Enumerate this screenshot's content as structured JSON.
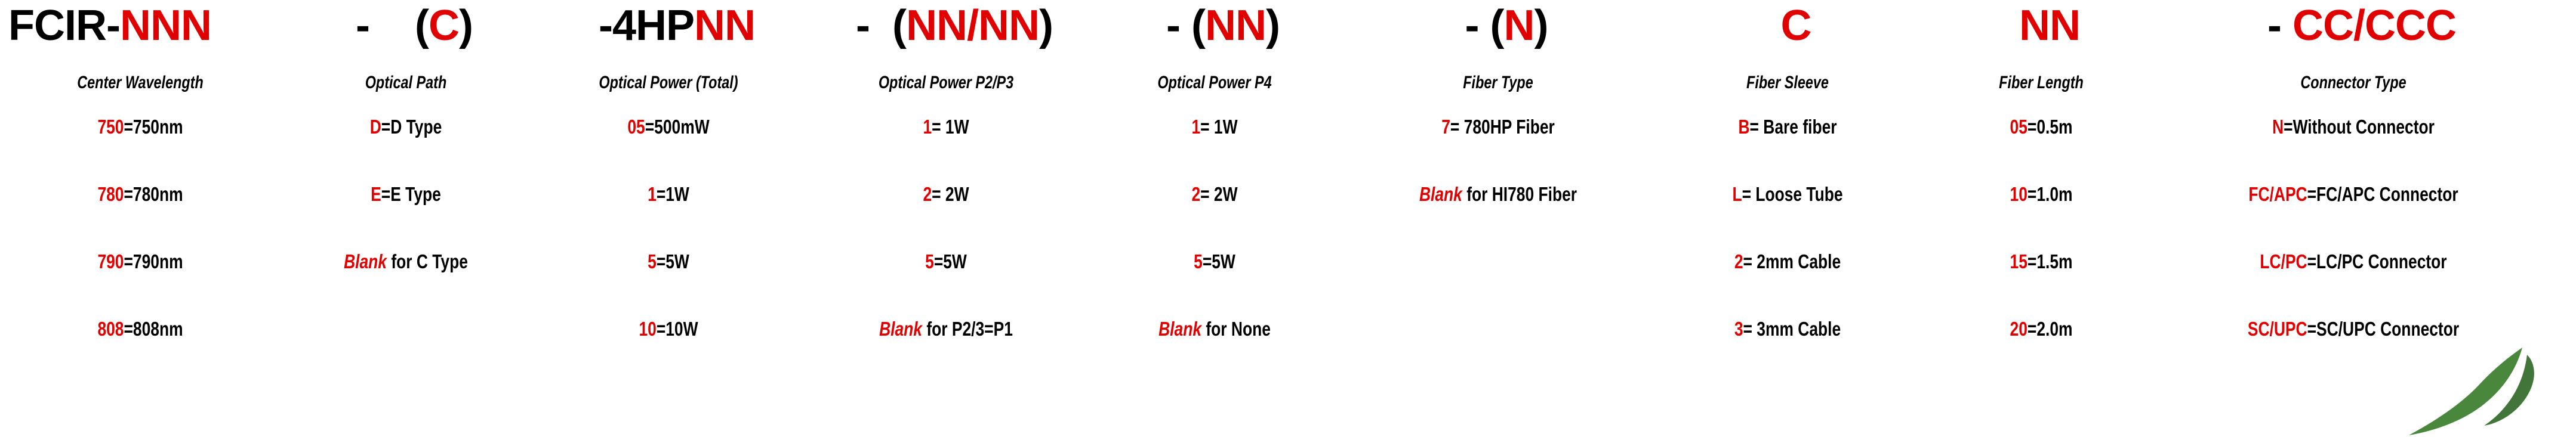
{
  "product": {
    "prefix": "FCIR-",
    "code_parts": [
      {
        "id": "center-wavelength",
        "dash": "",
        "black": "FCIR-",
        "red": "NNN",
        "paren": false
      },
      {
        "id": "optical-path",
        "dash": "-",
        "black": "",
        "red": "C",
        "paren": true
      },
      {
        "id": "optical-power-total",
        "dash": "",
        "black": "-4HP",
        "red": "NN",
        "paren": false
      },
      {
        "id": "optical-power-p2p3",
        "dash": "-",
        "black": "",
        "red": "NN/NN",
        "paren": true
      },
      {
        "id": "optical-power-p4",
        "dash": "-",
        "black": "",
        "red": "NN",
        "paren": true
      },
      {
        "id": "fiber-type",
        "dash": "-",
        "black": "",
        "red": "N",
        "paren": true
      },
      {
        "id": "fiber-sleeve",
        "dash": "",
        "black": "",
        "red": "C",
        "paren": false
      },
      {
        "id": "fiber-length",
        "dash": "",
        "black": "",
        "red": "NN",
        "paren": false
      },
      {
        "id": "connector-type",
        "dash": "-",
        "black": "",
        "red": "CC/CCC",
        "paren": false
      }
    ]
  },
  "colors": {
    "red": "#e00000",
    "black": "#000000",
    "background": "#ffffff",
    "leaf_green": "#3a7d2c"
  },
  "columns": [
    {
      "header": "Center Wavelength"
    },
    {
      "header": "Optical Path"
    },
    {
      "header": "Optical Power (Total)"
    },
    {
      "header": "Optical Power P2/P3"
    },
    {
      "header": "Optical Power P4"
    },
    {
      "header": "Fiber Type"
    },
    {
      "header": "Fiber Sleeve"
    },
    {
      "header": "Fiber Length"
    },
    {
      "header": "Connector Type"
    }
  ],
  "rows": [
    [
      {
        "key": "750",
        "eq": "=",
        "val": "750nm",
        "blank": false
      },
      {
        "key": "D",
        "eq": "=",
        "val": "D Type",
        "blank": false
      },
      {
        "key": "05",
        "eq": "=",
        "val": "500mW",
        "blank": false
      },
      {
        "key": "1",
        "eq": "= ",
        "val": "1W",
        "blank": false
      },
      {
        "key": "1",
        "eq": "= ",
        "val": "1W",
        "blank": false
      },
      {
        "key": "7",
        "eq": "= ",
        "val": "780HP Fiber",
        "blank": false
      },
      {
        "key": "B",
        "eq": "= ",
        "val": "Bare fiber",
        "blank": false
      },
      {
        "key": "05",
        "eq": "=",
        "val": "0.5m",
        "blank": false
      },
      {
        "key": "N",
        "eq": "=",
        "val": "Without Connector",
        "blank": false
      }
    ],
    [
      {
        "key": "780",
        "eq": "=",
        "val": "780nm",
        "blank": false
      },
      {
        "key": "E",
        "eq": "=",
        "val": "E Type",
        "blank": false
      },
      {
        "key": "1",
        "eq": "=",
        "val": "1W",
        "blank": false
      },
      {
        "key": "2",
        "eq": "= ",
        "val": "2W",
        "blank": false
      },
      {
        "key": "2",
        "eq": "= ",
        "val": "2W",
        "blank": false
      },
      {
        "key": "Blank",
        "eq": " ",
        "val": "for HI780 Fiber",
        "blank": true
      },
      {
        "key": "L",
        "eq": "= ",
        "val": "Loose Tube",
        "blank": false
      },
      {
        "key": "10",
        "eq": "=",
        "val": "1.0m",
        "blank": false
      },
      {
        "key": "FC/APC",
        "eq": "=",
        "val": "FC/APC Connector",
        "blank": false
      }
    ],
    [
      {
        "key": "790",
        "eq": "=",
        "val": "790nm",
        "blank": false
      },
      {
        "key": "Blank",
        "eq": " ",
        "val": "for C Type",
        "blank": true
      },
      {
        "key": "5",
        "eq": "=",
        "val": "5W",
        "blank": false
      },
      {
        "key": "5",
        "eq": "=",
        "val": "5W",
        "blank": false
      },
      {
        "key": "5",
        "eq": "=",
        "val": "5W",
        "blank": false
      },
      {
        "key": "",
        "eq": "",
        "val": "",
        "blank": false
      },
      {
        "key": "2",
        "eq": "= ",
        "val": "2mm Cable",
        "blank": false
      },
      {
        "key": "15",
        "eq": "=",
        "val": "1.5m",
        "blank": false
      },
      {
        "key": "LC/PC",
        "eq": "=",
        "val": "LC/PC Connector",
        "blank": false
      }
    ],
    [
      {
        "key": "808",
        "eq": "=",
        "val": "808nm",
        "blank": false
      },
      {
        "key": "",
        "eq": "",
        "val": "",
        "blank": false
      },
      {
        "key": "10",
        "eq": "=",
        "val": "10W",
        "blank": false
      },
      {
        "key": "Blank",
        "eq": " ",
        "val": "for P2/3=P1",
        "blank": true
      },
      {
        "key": "Blank",
        "eq": " ",
        "val": "for None",
        "blank": true
      },
      {
        "key": "",
        "eq": "",
        "val": "",
        "blank": false
      },
      {
        "key": "3",
        "eq": "= ",
        "val": "3mm Cable",
        "blank": false
      },
      {
        "key": "20",
        "eq": "=",
        "val": "2.0m",
        "blank": false
      },
      {
        "key": "SC/UPC",
        "eq": "=",
        "val": "SC/UPC Connector",
        "blank": false
      }
    ]
  ]
}
